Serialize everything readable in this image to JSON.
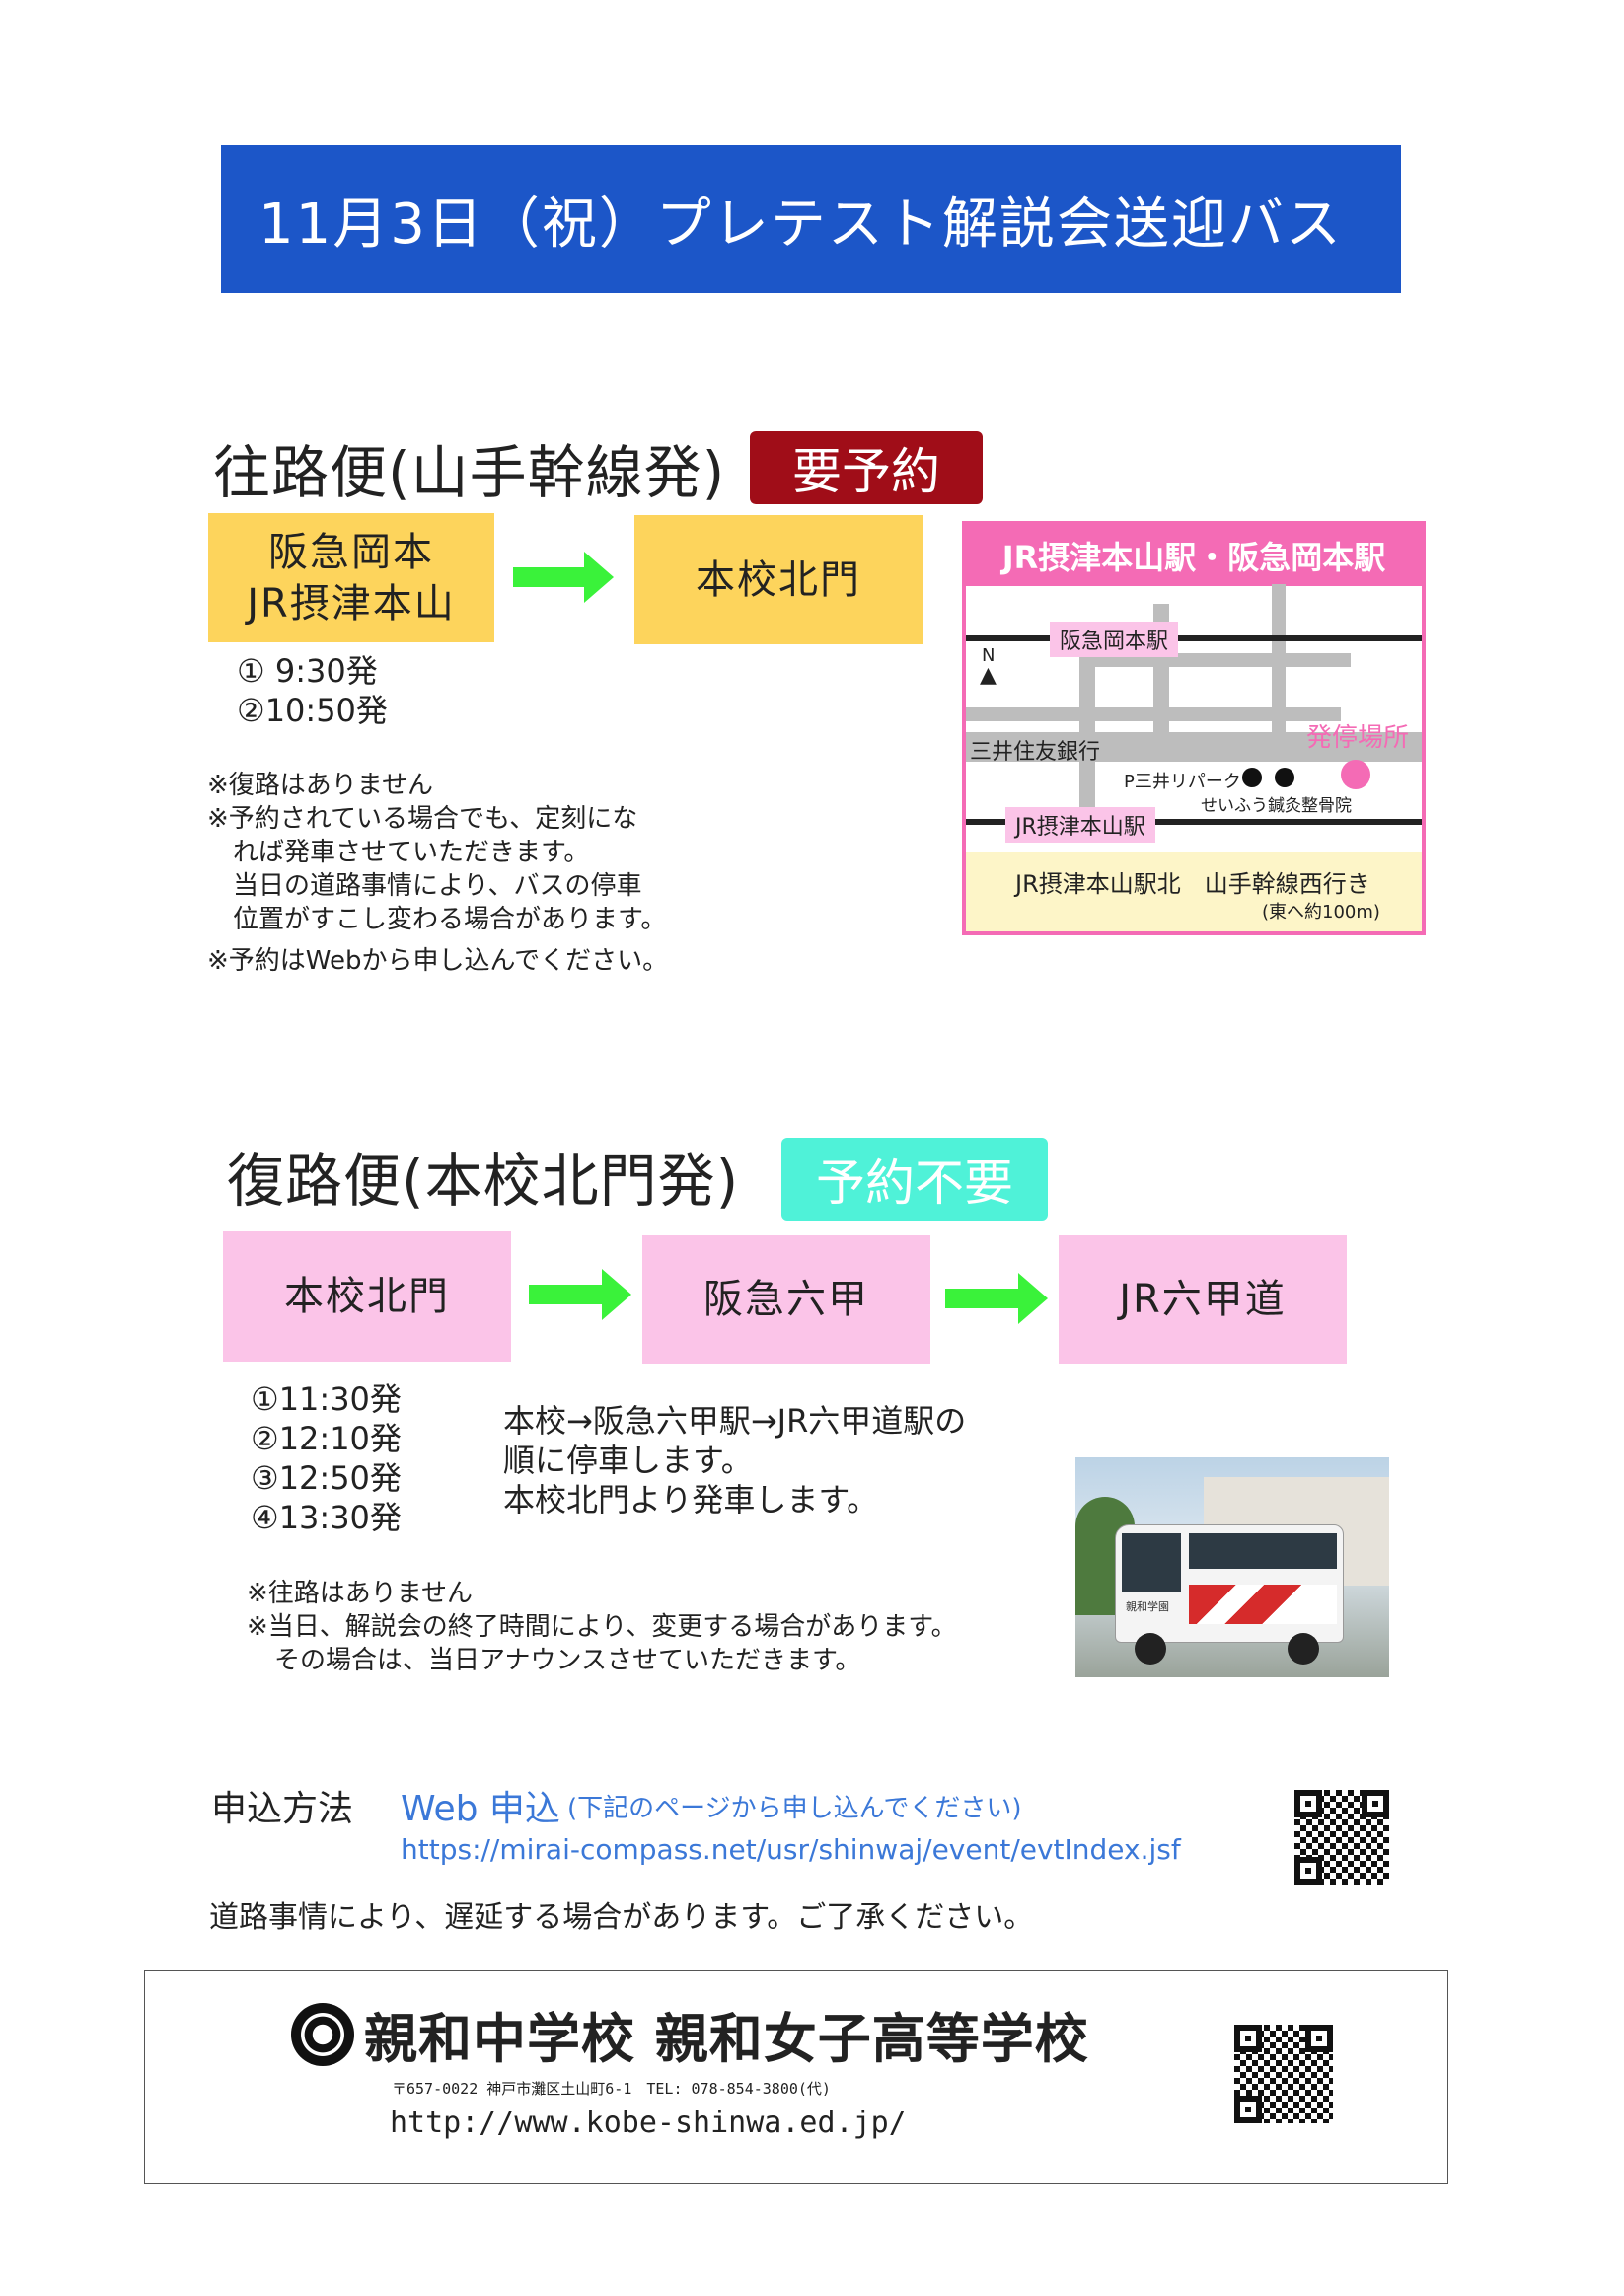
{
  "banner": {
    "title": "11月3日（祝）プレテスト解説会送迎バス"
  },
  "outbound": {
    "title": "往路便(山手幹線発)",
    "badge": "要予約",
    "from": {
      "line1": "阪急岡本",
      "line2": "JR摂津本山"
    },
    "to": "本校北門",
    "times": [
      "① 9:30発",
      "②10:50発"
    ],
    "notes": [
      "※復路はありません",
      "※予約されている場合でも、定刻にな",
      "れば発車させていただきます。",
      "当日の道路事情により、バスの停車",
      "位置がすこし変わる場合があります。",
      "※予約はWebから申し込んでください。"
    ]
  },
  "map": {
    "header": "JR摂津本山駅・阪急岡本駅",
    "hankyu_station": "阪急岡本駅",
    "north": "N",
    "bank": "三井住友銀行",
    "stop_label": "発停場所",
    "parking": "P三井リパーク",
    "clinic": "せいふう鍼灸整骨院",
    "jr_station": "JR摂津本山駅",
    "footer_line": "JR摂津本山駅北　山手幹線西行き",
    "footer_sub": "(東へ約100m)"
  },
  "return": {
    "title": "復路便(本校北門発)",
    "badge": "予約不要",
    "stops": [
      "本校北門",
      "阪急六甲",
      "JR六甲道"
    ],
    "times": [
      "①11:30発",
      "②12:10発",
      "③12:50発",
      "④13:30発"
    ],
    "desc": [
      "本校→阪急六甲駅→JR六甲道駅の",
      "順に停車します。",
      "本校北門より発車します。"
    ],
    "notes": [
      "※往路はありません",
      "※当日、解説会の終了時間により、変更する場合があります。",
      "その場合は、当日アナウンスさせていただきます。"
    ],
    "bus_sign": "親和学園"
  },
  "apply": {
    "label": "申込方法",
    "method": "Web 申込",
    "method_note": "(下記のページから申し込んでください)",
    "url": "https://mirai-compass.net/usr/shinwaj/event/evtIndex.jsf",
    "delay_note": "道路事情により、遅延する場合があります。ご了承ください。"
  },
  "footer": {
    "school": "親和中学校 親和女子高等学校",
    "address": "〒657-0022 神戸市灘区土山町6-1　TEL: 078-854-3800(代)",
    "url": "http://www.kobe-shinwa.ed.jp/"
  },
  "colors": {
    "banner_blue": "#1c56c8",
    "reserve_red": "#a00d18",
    "no_reserve_teal": "#4ff2d8",
    "box_yellow": "#fdd45c",
    "box_pink": "#fbc4e8",
    "arrow_green": "#3af23a",
    "map_pink": "#f46bb5"
  }
}
